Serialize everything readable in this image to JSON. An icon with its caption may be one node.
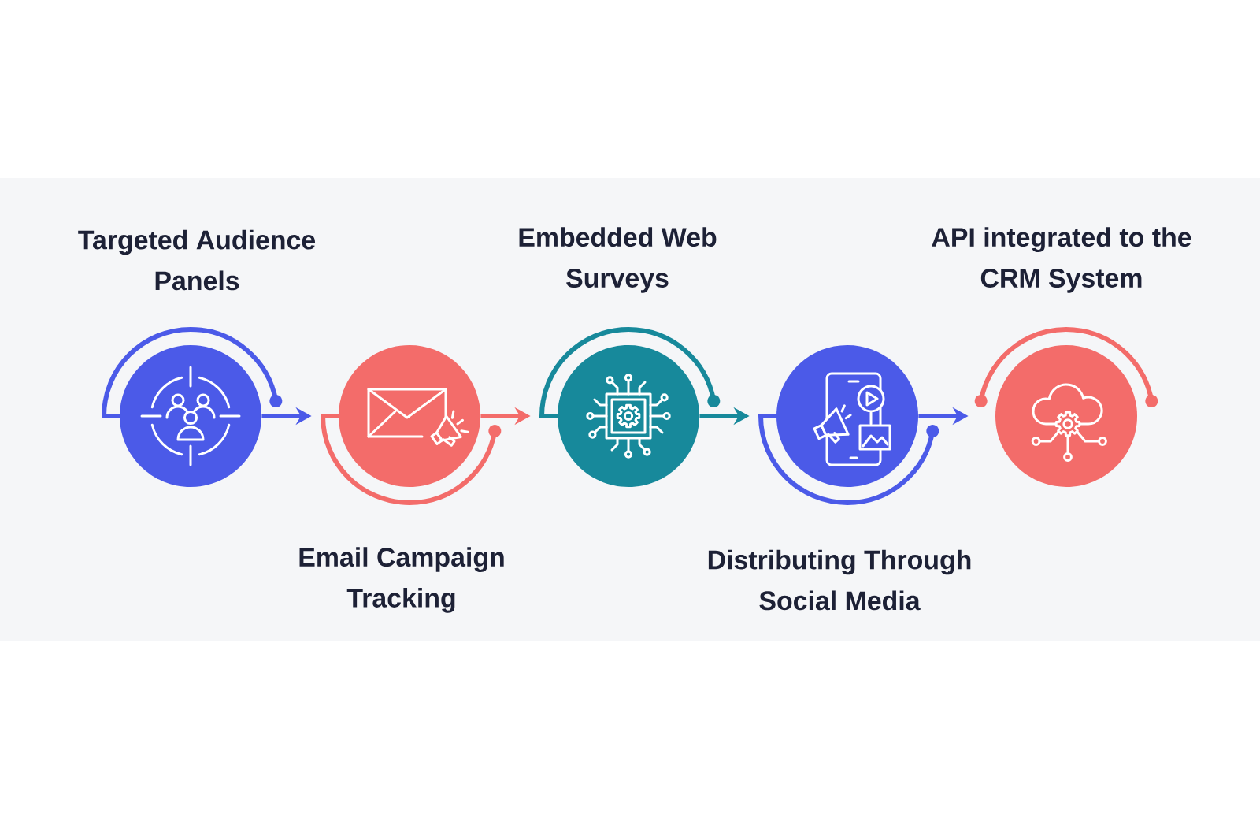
{
  "diagram": {
    "nodes": [
      {
        "text": [
          "Targeted Audience Panels"
        ]
      },
      {
        "text": [
          "Email Campaign Tracking"
        ]
      },
      {
        "text": [
          "Embedded Web Surveys"
        ]
      },
      {
        "text": [
          "Distributing Through Social Media"
        ]
      },
      {
        "text": [
          "API integrated to the CRM System"
        ]
      }
    ],
    "edges": [
      {
        "from": 0,
        "to": 1,
        "arrow": "to"
      },
      {
        "from": 1,
        "to": 2,
        "arrow": "to",
        "color": "#f36c6a"
      },
      {
        "from": 2,
        "to": 3,
        "arrow": "to",
        "color": "#17899b"
      },
      {
        "from": 3,
        "to": 4,
        "arrow": "to"
      }
    ]
  }
}
